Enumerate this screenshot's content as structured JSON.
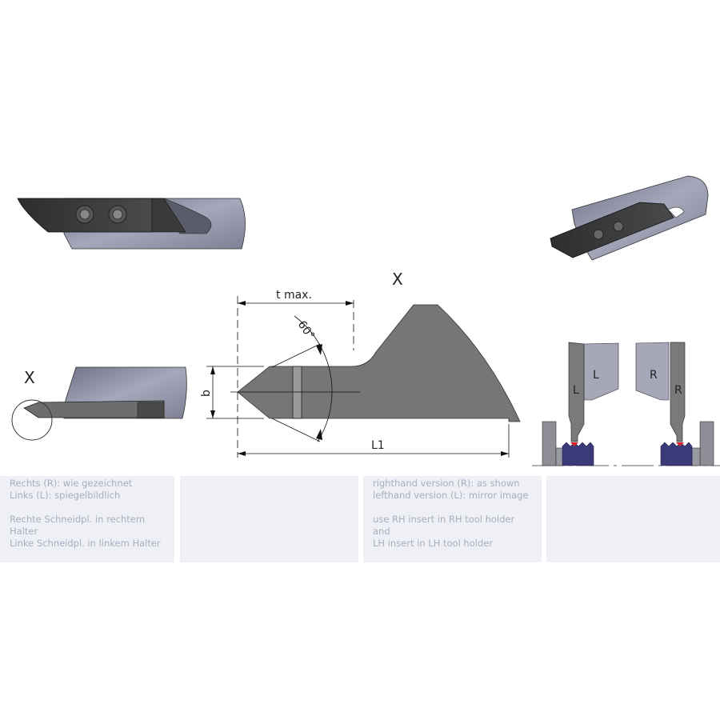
{
  "drawing": {
    "view_label_main": "X",
    "view_label_detail": "X",
    "dim_t_max": "t max.",
    "dim_angle": "60°",
    "dim_b": "b",
    "dim_l1": "L1",
    "left_holder_label": "L",
    "left_insert_label": "L",
    "right_holder_label": "R",
    "right_insert_label": "R"
  },
  "notes": {
    "german": {
      "line1": "Rechts (R): wie gezeichnet",
      "line2": "Links (L): spiegelbildlich",
      "line3": "Rechte Schneidpl. in rechtem Halter",
      "line4": "Linke Schneidpl. in linkem Halter"
    },
    "english": {
      "line1": "righthand version (R): as shown",
      "line2": "lefthand version (L): mirror image",
      "line3": "use RH insert in RH tool holder and",
      "line4": "LH insert in LH tool holder"
    }
  },
  "colors": {
    "insert": "#6f6f72",
    "holder": "#9a9cb0",
    "workpiece": "#3a3a78",
    "contact": "#e0202a",
    "panel": "#eef0f5"
  }
}
